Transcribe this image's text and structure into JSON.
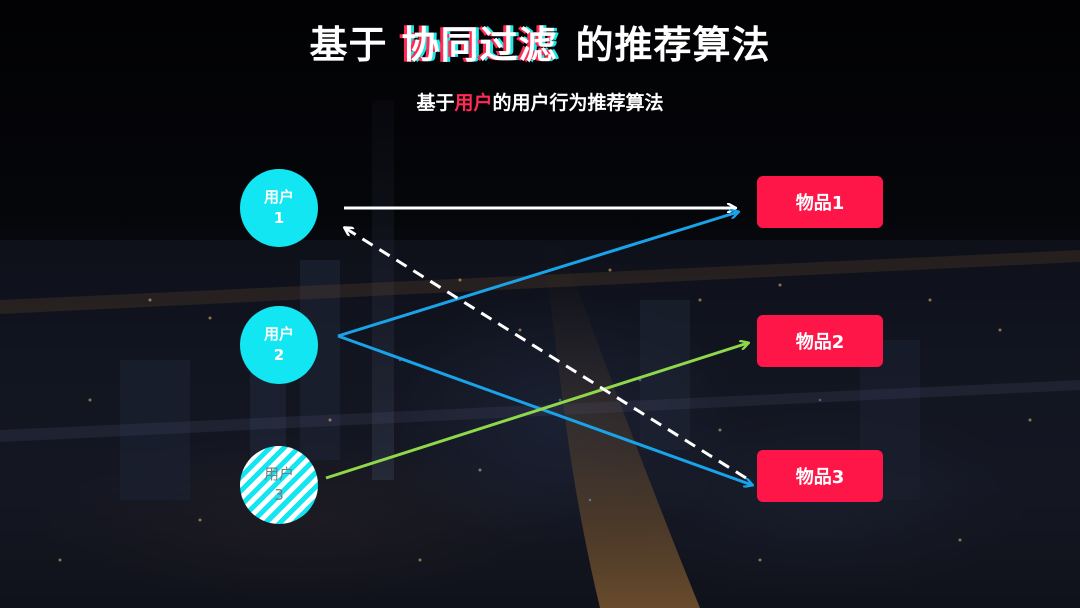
{
  "title": {
    "prefix": "基于",
    "highlight": "协同过滤",
    "suffix": "的推荐算法"
  },
  "subtitle": {
    "prefix": "基于",
    "accent": "用户",
    "suffix": "的用户行为推荐算法"
  },
  "users": [
    {
      "line1": "用户",
      "line2": "1"
    },
    {
      "line1": "用户",
      "line2": "2"
    },
    {
      "line1": "用户",
      "line2": "3"
    }
  ],
  "items": [
    {
      "label": "物品1"
    },
    {
      "label": "物品2"
    },
    {
      "label": "物品3"
    }
  ],
  "edges": [
    {
      "from": "用户1",
      "to": "物品1",
      "style": "solid",
      "color": "#ffffff"
    },
    {
      "from": "用户2",
      "to": "物品1",
      "style": "solid",
      "color": "#1aa3e8"
    },
    {
      "from": "用户2",
      "to": "物品3",
      "style": "solid",
      "color": "#1aa3e8"
    },
    {
      "from": "用户3",
      "to": "物品2",
      "style": "solid",
      "color": "#8ed84a"
    },
    {
      "from": "物品3",
      "to": "用户1",
      "style": "dashed",
      "color": "#ffffff"
    }
  ],
  "colors": {
    "user_fill": "#12e6f2",
    "item_fill": "#ff1649",
    "accent": "#ff2a55"
  }
}
